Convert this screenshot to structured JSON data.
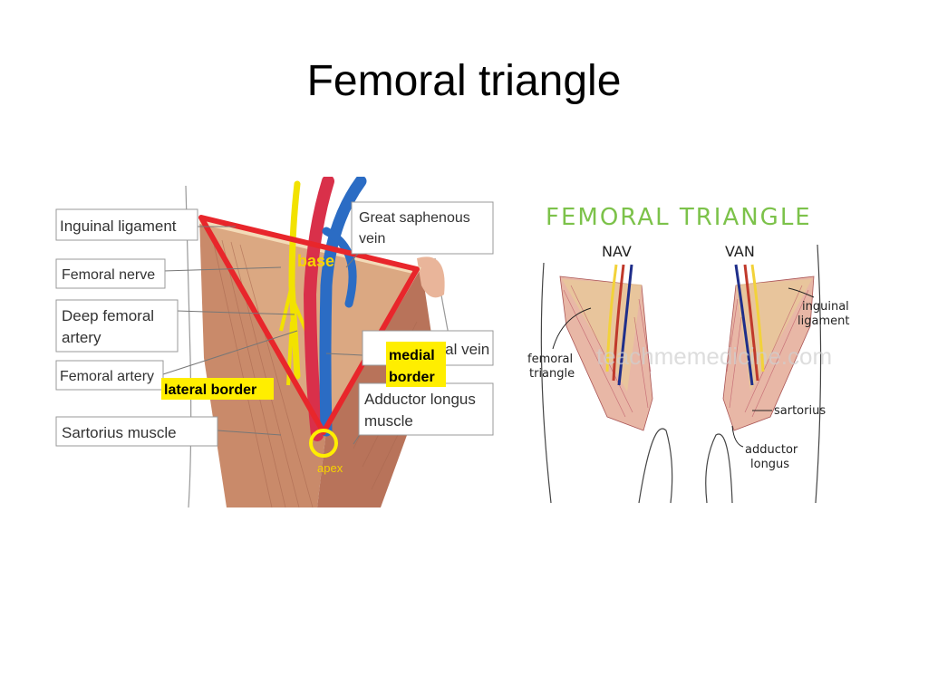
{
  "slide": {
    "title": "Femoral triangle"
  },
  "left_diagram": {
    "labels": {
      "inguinal_ligament": "Inguinal ligament",
      "femoral_nerve": "Femoral nerve",
      "deep_femoral_artery_line1": "Deep femoral",
      "deep_femoral_artery_line2": "artery",
      "femoral_artery": "Femoral artery",
      "sartorius_muscle": "Sartorius muscle",
      "great_saphenous_vein_line1": "Great saphenous",
      "great_saphenous_vein_line2": "vein",
      "femoral_vein": "Femoral vein",
      "adductor_longus_line1": "Adductor longus",
      "adductor_longus_line2": "muscle"
    },
    "annotations": {
      "base": "base",
      "lateral_border": "lateral border",
      "medial_border_line1": "medial",
      "medial_border_line2": "border",
      "apex": "apex"
    },
    "colors": {
      "triangle_outline": "#e8262b",
      "highlight": "#ffee00",
      "artery": "#d9304a",
      "vein": "#2b6cc4",
      "nerve": "#f2e200",
      "muscle": "#c98a6a",
      "triangle_floor": "#d9a07c"
    }
  },
  "right_diagram": {
    "title": "FEMORAL TRIANGLE",
    "left_mnemonic": "NAV",
    "right_mnemonic": "VAN",
    "labels": {
      "femoral_triangle_line1": "femoral",
      "femoral_triangle_line2": "triangle",
      "inguinal_ligament_line1": "inguinal",
      "inguinal_ligament_line2": "ligament",
      "sartorius": "sartorius",
      "adductor_longus_line1": "adductor",
      "adductor_longus_line2": "longus"
    },
    "watermark": "teachmemedicine.com",
    "colors": {
      "title": "#7cc24a",
      "nerve": "#f2d23a",
      "artery": "#c0392b",
      "vein": "#1f2e8a",
      "muscle": "#e8b7a6"
    }
  }
}
